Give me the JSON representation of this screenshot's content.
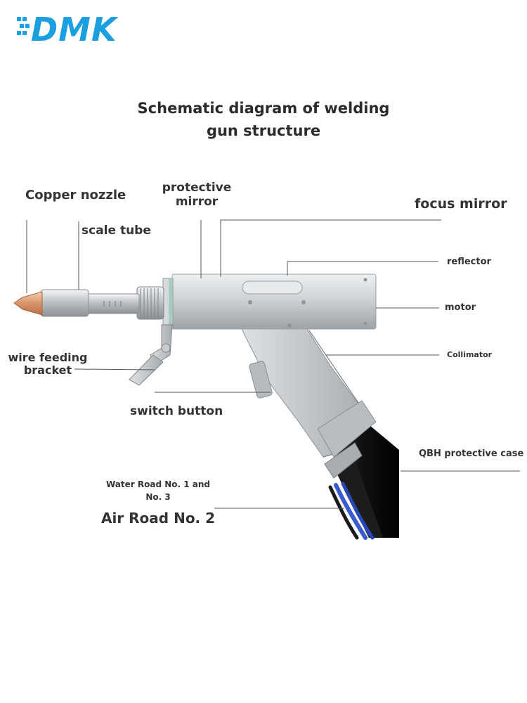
{
  "brand": {
    "name": "DMK",
    "color": "#1aa0e0",
    "color_dark": "#0a6fb8"
  },
  "title": {
    "line1": "Schematic diagram of welding",
    "line2": "gun structure"
  },
  "labels": {
    "copper_nozzle": "Copper nozzle",
    "scale_tube": "scale tube",
    "protective_mirror_1": "protective",
    "protective_mirror_2": "mirror",
    "focus_mirror": "focus mirror",
    "reflector": "reflector",
    "motor": "motor",
    "collimator": "Collimator",
    "wire_feeding_1": "wire feeding",
    "wire_feeding_2": "bracket",
    "switch_button": "switch button",
    "qbh_case": "QBH protective case",
    "water_road_1": "Water Road No. 1 and",
    "water_road_2": "No. 3",
    "air_road": "Air Road No. 2"
  },
  "colors": {
    "body_metal": "#c9ccce",
    "nozzle_copper": "#e0a27a",
    "cable_black": "#111111",
    "hose_blue": "#3a5bd0"
  },
  "icons": [
    "logo-mark"
  ]
}
